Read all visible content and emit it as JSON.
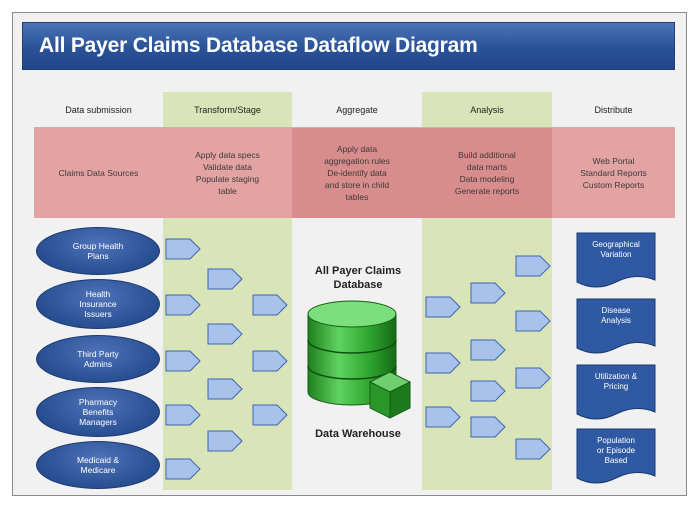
{
  "title": "All Payer Claims Database Dataflow Diagram",
  "columns": [
    {
      "header": "Data submission",
      "task": "Claims Data Sources",
      "bg": "#ffffff"
    },
    {
      "header": "Transform/Stage",
      "task": "Apply data specs\nValidate data\nPopulate staging\ntable",
      "bg": "#d9e4b8"
    },
    {
      "header": "Aggregate",
      "task": "Apply data\naggregation rules\nDe-identify data\nand store in child\ntables",
      "bg": "#ffffff"
    },
    {
      "header": "Analysis",
      "task": "Build additional\ndata marts\nData modeling\nGenerate reports",
      "bg": "#d9e4b8"
    },
    {
      "header": "Distribute",
      "task": "Web Portal\nStandard Reports\nCustom Reports",
      "bg": "#ffffff"
    }
  ],
  "sources": [
    "Group Health\nPlans",
    "Health\nInsurance\nIssuers",
    "Third Party\nAdmins",
    "Pharmacy\nBenefits\nManagers",
    "Medicaid &\nMedicare"
  ],
  "database": {
    "title": "All Payer Claims\nDatabase",
    "footer": "Data Warehouse"
  },
  "reports": [
    "Geographical\nVariation",
    "Disease\nAnalysis",
    "Utilization &\nPricing",
    "Population\nor Episode\nBased"
  ],
  "colors": {
    "banner": "#2a5297",
    "ellipse": "#284f92",
    "stage_band": "#d9e4b8",
    "task_band": "#e4a3a3",
    "arrow_fill": "#a9c2ec",
    "db_green": "#35b335"
  }
}
